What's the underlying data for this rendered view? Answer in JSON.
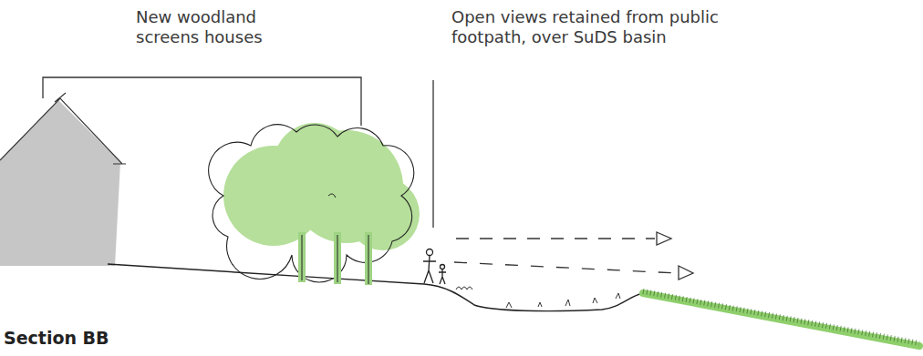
{
  "diagram": {
    "title": "Section BB",
    "labels": [
      "New woodland screens houses",
      "Open views retained from public footpath, over SuDS basin"
    ]
  }
}
